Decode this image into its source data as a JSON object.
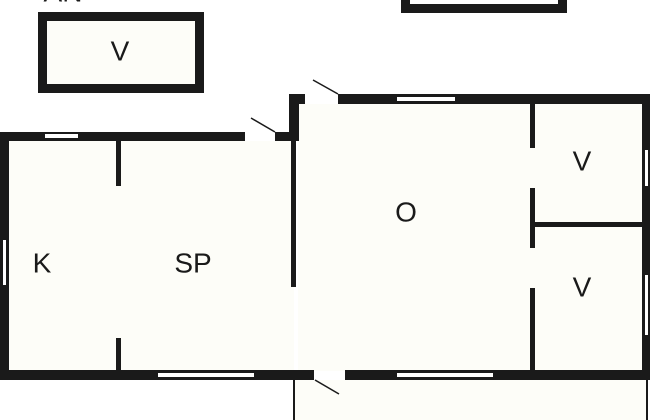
{
  "floor_plan": {
    "colors": {
      "wall": "#1a1a1a",
      "floor": "#fdfdf8",
      "background": "#ffffff"
    },
    "labels": {
      "top_left_partial": "AN",
      "shed_left": "V",
      "room_top_right": "V",
      "room_center": "O",
      "room_left": "K",
      "room_middle": "SP",
      "room_bottom_right": "V"
    }
  }
}
